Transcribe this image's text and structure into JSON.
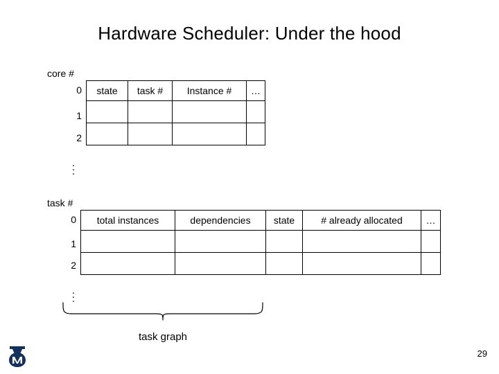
{
  "slide": {
    "title": "Hardware Scheduler: Under the hood",
    "page_number": "29",
    "logo_name": "vanderbilt-vu-monogram-logo",
    "logo_color": "#16305c",
    "background_color": "#ffffff",
    "text_color": "#000000",
    "border_color": "#000000"
  },
  "core_table": {
    "axis_label": "core #",
    "row_indices": [
      "0",
      "1",
      "2"
    ],
    "continuation": "⋮",
    "headers": [
      "state",
      "task #",
      "Instance #",
      "…"
    ],
    "rows": [
      [
        "",
        "",
        "",
        ""
      ],
      [
        "",
        "",
        "",
        ""
      ]
    ]
  },
  "task_table": {
    "axis_label": "task #",
    "row_indices": [
      "0",
      "1",
      "2"
    ],
    "continuation": "⋮",
    "headers": [
      "total instances",
      "dependencies",
      "state",
      "# already allocated",
      "…"
    ],
    "rows": [
      [
        "",
        "",
        "",
        "",
        ""
      ],
      [
        "",
        "",
        "",
        "",
        ""
      ]
    ]
  },
  "brace": {
    "label": "task graph"
  }
}
